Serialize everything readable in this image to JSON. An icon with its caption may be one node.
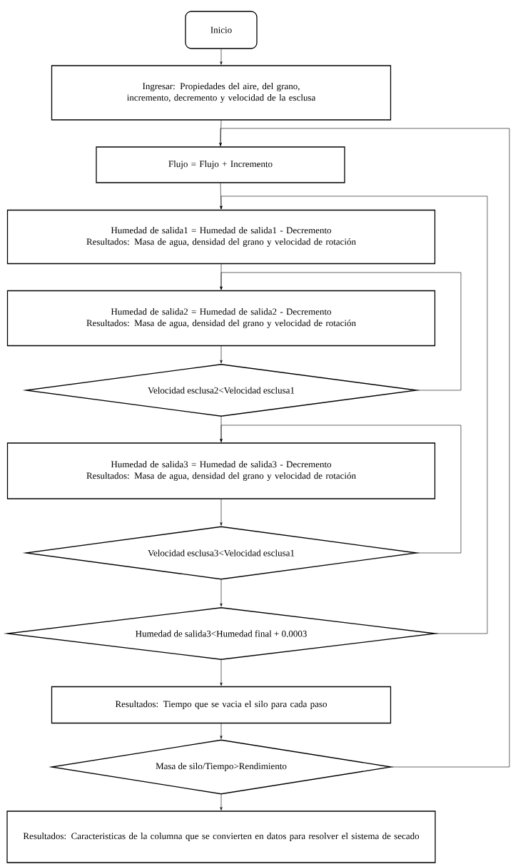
{
  "diagram": {
    "nodes": [
      {
        "text": [
          "Inicio"
        ]
      },
      {
        "text": [
          "Ingresar: Propiedades del aire, del grano, incremento, decremento y velocidad de la esclusa"
        ]
      },
      {
        "text": [
          "Flujo = Flujo + Incremento"
        ]
      },
      {
        "text": [
          "Humedad de salida1 = Humedad de salida1 - Decremento",
          "Resultados: Masa de agua, densidad del grano y velocidad de rotación"
        ]
      },
      {
        "text": [
          "Humedad de salida2 = Humedad de salida2 - Decremento",
          "Resultados: Masa de agua, densidad del grano y velocidad de rotación"
        ]
      },
      {
        "text": [
          "Velocidad esclusa2<Velocidad esclusa1"
        ]
      },
      {
        "text": [
          "Humedad de salida3 = Humedad de salida3 - Decremento",
          "Resultados: Masa de agua, densidad del grano y velocidad de rotación"
        ]
      },
      {
        "text": [
          "Velocidad esclusa3<Velocidad esclusa1"
        ]
      },
      {
        "text": [
          "Humedad de salida3<Humedad final + 0.0003"
        ]
      },
      {
        "text": [
          "Resultados: Tiempo que se vacia el silo para cada paso"
        ]
      },
      {
        "text": [
          "Masa de silo/Tiempo>Rendimiento"
        ]
      },
      {
        "text": [
          "Resultados: Caracteristicas de la columna que se convierten en datos para resolver el sistema de secado"
        ]
      }
    ],
    "edges": [
      {
        "from": 0,
        "to": 1,
        "arrow": "to"
      },
      {
        "from": 1,
        "to": 2,
        "arrow": "to"
      },
      {
        "from": 2,
        "to": 3,
        "arrow": "to"
      },
      {
        "from": 3,
        "to": 4,
        "arrow": "to"
      },
      {
        "from": 4,
        "to": 5,
        "arrow": "to"
      },
      {
        "from": 5,
        "to": 6,
        "arrow": "to"
      },
      {
        "from": 6,
        "to": 7,
        "arrow": "to"
      },
      {
        "from": 7,
        "to": 8,
        "arrow": "to"
      },
      {
        "from": 8,
        "to": 9,
        "arrow": "to"
      },
      {
        "from": 9,
        "to": 10,
        "arrow": "to"
      },
      {
        "from": 10,
        "to": 11,
        "arrow": "to"
      },
      {
        "from": 5,
        "to": 4,
        "arrow": "to"
      },
      {
        "from": 7,
        "to": 6,
        "arrow": "to"
      },
      {
        "from": 8,
        "to": 3,
        "arrow": "to"
      },
      {
        "from": 10,
        "to": 2,
        "arrow": "to"
      }
    ]
  }
}
